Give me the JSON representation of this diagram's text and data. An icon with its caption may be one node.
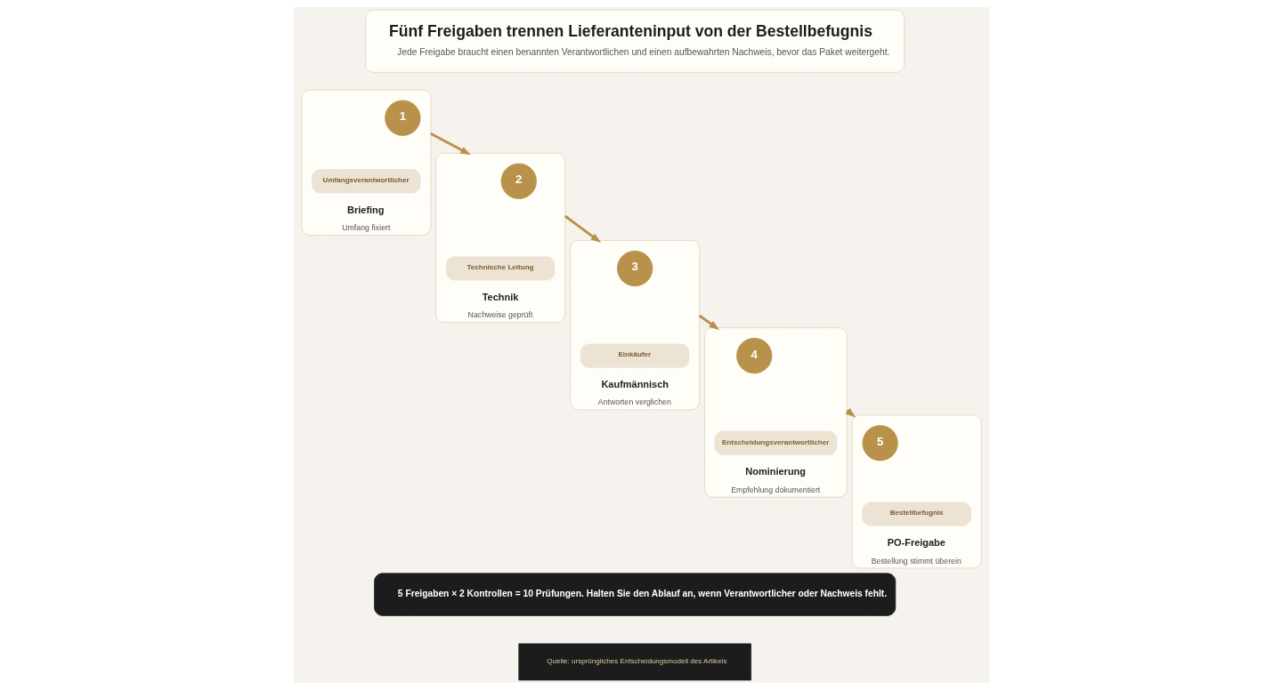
{
  "diagram": {
    "nodes": [
      {
        "text": [
          "Fünf Freigaben trennen Lieferanteninput von der Bestellbefugnis",
          "Jede Freigabe braucht einen benannten Verantwortlichen und einen aufbewahrten Nachweis, bevor das Paket weitergeht."
        ]
      },
      {
        "text": [
          "Briefing",
          "Umfang fixiert"
        ]
      },
      {
        "text": [
          "1"
        ],
        "in": 1
      },
      {
        "text": [
          "Umfangsverantwortlicher"
        ],
        "in": 1
      },
      {
        "text": [
          "Technik",
          "Nachweise geprüft"
        ]
      },
      {
        "text": [
          "2"
        ],
        "in": 4
      },
      {
        "text": [
          "Technische Leitung"
        ],
        "in": 4
      },
      {
        "text": [
          "Kaufmännisch",
          "Antworten verglichen"
        ]
      },
      {
        "text": [
          "3"
        ],
        "in": 7
      },
      {
        "text": [
          "Einkäufer"
        ],
        "in": 7
      },
      {
        "text": [
          "Nominierung",
          "Empfehlung dokumentiert"
        ]
      },
      {
        "text": [
          "4"
        ],
        "in": 10
      },
      {
        "text": [
          "Entscheidungsverantwortlicher"
        ],
        "in": 10
      },
      {
        "text": [
          "PO-Freigabe",
          "Bestellung stimmt überein"
        ]
      },
      {
        "text": [
          "5"
        ],
        "in": 13
      },
      {
        "text": [
          "Bestellbefugnis"
        ],
        "in": 13
      },
      {
        "text": [
          "5 Freigaben × 2 Kontrollen = 10 Prüfungen. Halten Sie den Ablauf an, wenn Verantwortlicher oder Nachweis fehlt."
        ]
      },
      {
        "text": [
          "Quelle: ursprüngliches Entscheidungsmodell des Artikels"
        ]
      }
    ],
    "edges": [
      {
        "from": 1,
        "to": 4,
        "arrow": "to"
      },
      {
        "from": 4,
        "to": 7,
        "arrow": "to"
      },
      {
        "from": 7,
        "to": 10,
        "arrow": "to"
      },
      {
        "from": 10,
        "to": 13,
        "arrow": "to"
      }
    ]
  }
}
